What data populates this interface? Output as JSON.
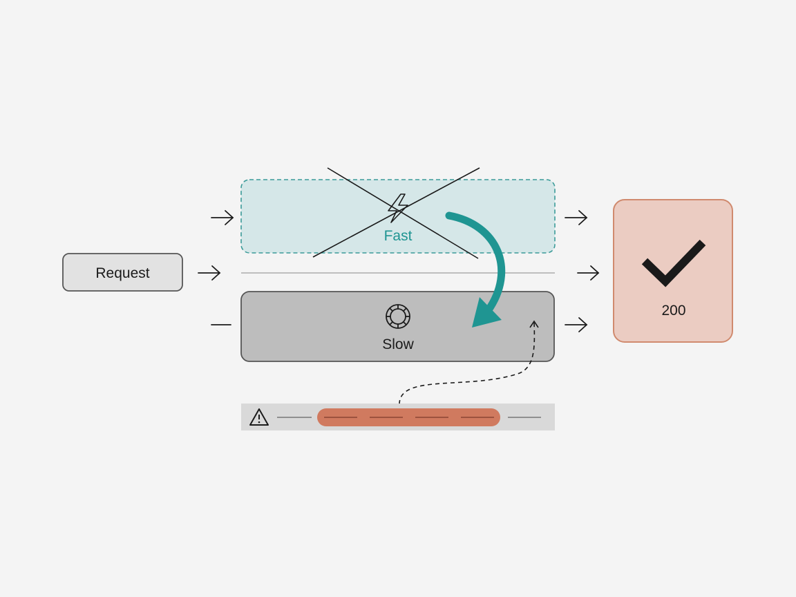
{
  "diagram": {
    "request": {
      "label": "Request"
    },
    "fast_path": {
      "label": "Fast",
      "icon": "lightning-bolt-icon",
      "state": "crossed-out"
    },
    "slow_path": {
      "label": "Slow",
      "icon": "gear-icon"
    },
    "response": {
      "label": "200",
      "icon": "checkmark-icon"
    },
    "warning": {
      "icon": "warning-triangle-icon"
    }
  },
  "colors": {
    "background": "#f4f4f4",
    "fast_fill": "#d5e7e8",
    "fast_stroke": "#3a9a98",
    "teal_accent": "#1f9592",
    "slow_fill": "#bdbdbd",
    "slow_stroke": "#555555",
    "response_fill": "#ebccc2",
    "response_stroke": "#d08a6e",
    "bar_fill": "#d07a5f",
    "request_fill": "#e2e2e2",
    "stroke_dark": "#1a1a1a"
  }
}
